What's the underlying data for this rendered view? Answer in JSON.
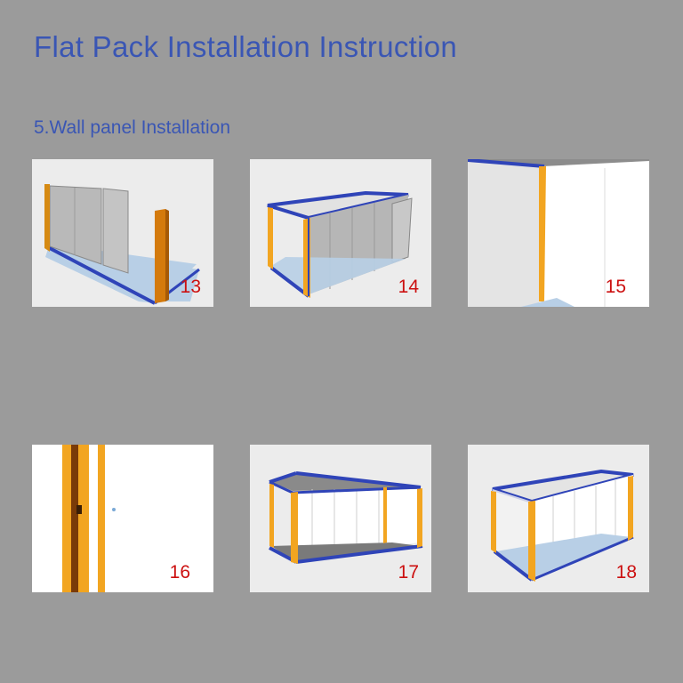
{
  "title": "Flat Pack Installation Instruction",
  "section": "5.Wall panel Installation",
  "steps": [
    {
      "number": "13"
    },
    {
      "number": "14"
    },
    {
      "number": "15"
    },
    {
      "number": "16"
    },
    {
      "number": "17"
    },
    {
      "number": "18"
    }
  ],
  "colors": {
    "title": "#3a56b4",
    "step_number": "#cc1010",
    "frame_blue": "#2f44b8",
    "post_orange": "#f2a521",
    "panel_grey": "#b9b9b9"
  }
}
